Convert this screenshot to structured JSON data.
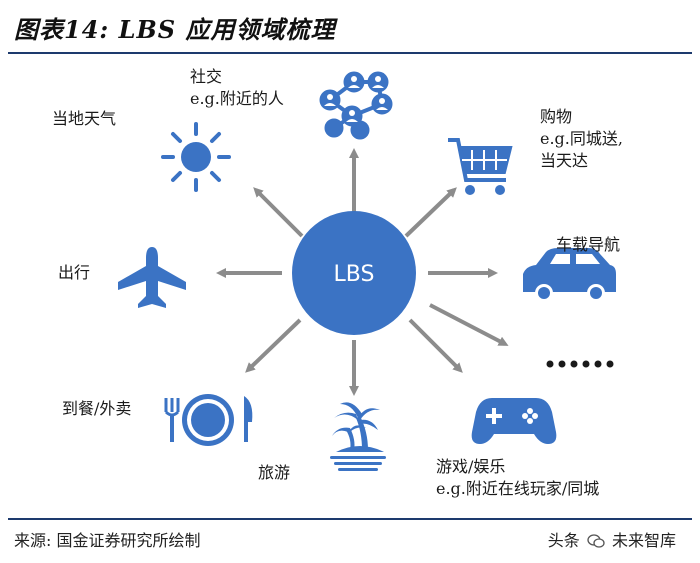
{
  "title": "图表14: LBS 应用领域梳理",
  "center": {
    "label": "LBS"
  },
  "nodes": {
    "social": {
      "line1": "社交",
      "line2": "e.g.附近的人"
    },
    "weather": {
      "label": "当地天气"
    },
    "shopping": {
      "line1": "购物",
      "line2": "e.g.同城送,",
      "line3": "当天达"
    },
    "car_nav": {
      "label": "车载导航"
    },
    "travel": {
      "label": "出行"
    },
    "more": {
      "label": "······"
    },
    "dining": {
      "label": "到餐/外卖"
    },
    "tourism": {
      "label": "旅游"
    },
    "games": {
      "line1": "游戏/娱乐",
      "line2": "e.g.附近在线玩家/同城"
    }
  },
  "source": "来源: 国金证券研究所绘制",
  "watermark": {
    "prefix": "头条",
    "name": "未来智库"
  },
  "colors": {
    "accent": "#3b73c4",
    "arrow": "#8c8c8c",
    "rule": "#1d3a6d"
  },
  "icons": [
    "network-icon",
    "sun-icon",
    "shopping-cart-icon",
    "car-icon",
    "airplane-icon",
    "dining-plate-icon",
    "island-palm-icon",
    "gamepad-icon"
  ]
}
